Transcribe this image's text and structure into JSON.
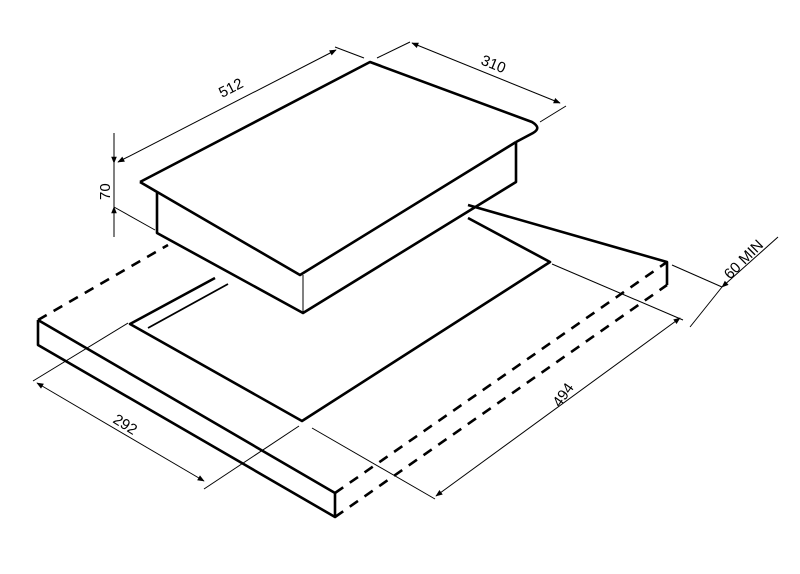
{
  "title": "Hob installation dimensions",
  "dimensions": {
    "hob_length": "512",
    "hob_width": "310",
    "hob_height": "70",
    "cutout_width": "292",
    "cutout_length": "494",
    "rear_clearance": "60 MIN"
  }
}
